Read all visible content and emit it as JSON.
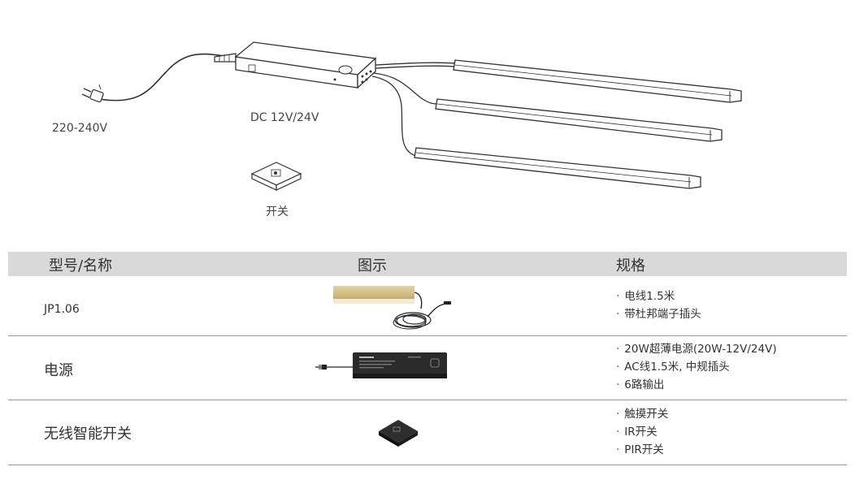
{
  "diagram": {
    "input_voltage_label": "220-240V",
    "output_voltage_label": "DC 12V/24V",
    "switch_label": "开关"
  },
  "table": {
    "headers": {
      "model_name": "型号/名称",
      "illustration": "图示",
      "specs": "规格"
    },
    "rows": [
      {
        "name": "JP1.06",
        "image": "led-profile-strip-with-cable",
        "specs": [
          "电线1.5米",
          "带杜邦端子插头"
        ]
      },
      {
        "name": "电源",
        "image": "power-supply-driver",
        "specs": [
          "20W超薄电源(20W-12V/24V)",
          "AC线1.5米, 中规插头",
          "6路输出"
        ]
      },
      {
        "name": "无线智能开关",
        "image": "wireless-switch-box",
        "specs": [
          "触摸开关",
          "IR开关",
          "PIR开关"
        ]
      }
    ]
  },
  "colors": {
    "header_bg": "#d9d9d9",
    "divider": "#9a9a9a",
    "text": "#333333"
  }
}
